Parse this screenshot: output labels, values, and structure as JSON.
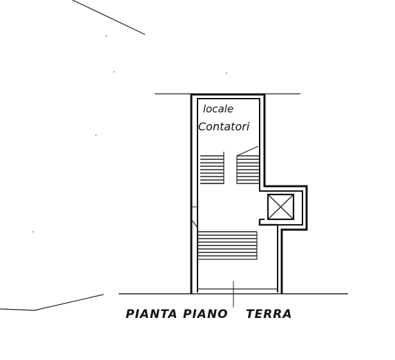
{
  "plan": {
    "room_label_line1": "locale",
    "room_label_line2": "Contatori",
    "caption_word1": "PIANTA",
    "caption_word2": "PIANO",
    "caption_word3": "TERRA",
    "colors": {
      "ink": "#111111",
      "paper": "#ffffff"
    }
  }
}
